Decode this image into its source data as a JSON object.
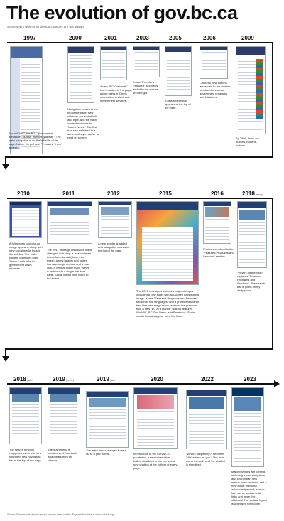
{
  "title": "The evolution of gov.bc.ca",
  "subtitle": "Some years with minor design changes are not shown",
  "source": "Source: Screenshots of www.gov.bc.ca were taken via the Wayback Machine at www.archive.org",
  "colors": {
    "timeline": "#111111",
    "gov_blue": "#234075",
    "gov_gold": "#fcba19"
  },
  "rows": [
    {
      "entries": [
        {
          "year": "1997",
          "sub": "",
          "desc": "Around 1997, the B.C. government introduces its first \"Internet gateway\". The main navigation is on the left side of the page. Notice the pdf font. \"Treasure Trove\" appears."
        },
        {
          "year": "2000",
          "sub": "",
          "desc": "Navigation moves to the top of the page, new sidebars are added left and right, and the main content switches to \"Latest News.\" The first has also switched to a sans serif style, easier to read on screen."
        },
        {
          "year": "2001",
          "sub": "",
          "desc": "A new \"BC Connects\" tool is added to the page, giving users a \"Direct connection to electronic government services.\""
        },
        {
          "year": "2003",
          "sub": "",
          "desc": "A new \"Premier's Featured\" section is added to the sidebar on the right."
        },
        {
          "year": "2005",
          "sub": "",
          "desc": "A new search bar appears at the top of the page."
        },
        {
          "year": "2006",
          "sub": "",
          "desc": "Colourful new buttons are added to the sidebar to advertise various government programs and initiatives."
        },
        {
          "year": "2009",
          "sub": "",
          "desc": "By 2009, there are buttons, buttons, buttons."
        }
      ]
    },
    {
      "entries": [
        {
          "year": "2010",
          "sub": "",
          "desc": "A full-screen background image appears, along with new social media links in the sidebar. The main content continues to be \"News,\" with links to government news releases."
        },
        {
          "year": "2011",
          "sub": "",
          "desc": "The 2011 redesign introduces major changes, including: a less cluttered two-column layout (down from three); a new header and footer; two new mega menus; and a new look, a vertical footer map. \"News\" is reduced to a single five-item page. Social media links move to the footer."
        },
        {
          "year": "2012",
          "sub": "",
          "desc": "A new header is added and navigation moves to the top of the page."
        },
        {
          "year": "2015",
          "sub": "",
          "desc": "The 2015 redesign introduces major changes including a new slider with full-screen background image, a new \"Featured Programs and Services\" section in five languages, and a prominent search bar. One new mega menu replaces the previous two. A new \"BC at a glance\" sidebar features WorkBC, BC Gov News, and Facebook. Social media links disappear from the footer."
        },
        {
          "year": "2016",
          "sub": "",
          "desc": "Photos are added to the \"Featured Programs and Services\" section."
        },
        {
          "year": "2018",
          "sub": "(early)",
          "desc": "\"What's happening?\" replaces \"Featured Programs and Services\". The search bar is given briefly disappears."
        }
      ]
    },
    {
      "entries": [
        {
          "year": "2018",
          "sub": "(late)",
          "desc": "The search function reappears as an icon in a simplified new navigation bar at the top of the page."
        },
        {
          "year": "2019",
          "sub": "(early)",
          "desc": "The main menu is tweaked and Facebook disappears from the sidebar."
        },
        {
          "year": "2019",
          "sub": "(late)",
          "desc": "The main menu changes from a list to a grid format."
        },
        {
          "year": "2020",
          "sub": "",
          "desc": "In response to the COVID-19 pandemic, a new information bulletin is added to the top and a new chatbot at the bottom of every page."
        },
        {
          "year": "2022",
          "sub": "",
          "desc": "\"What's happening?\" becomes \"We're here for you.\" The main menu expands and the chatbot is simplified."
        },
        {
          "year": "2023",
          "sub": "",
          "desc": "Major changes are coming, including a new navigation and search bar, new menus, new sections, and a new footer with land acknowledgement, search bar, menu, social media links and more. No sidebars! The vertical layout is optimized for mobile."
        }
      ]
    }
  ]
}
